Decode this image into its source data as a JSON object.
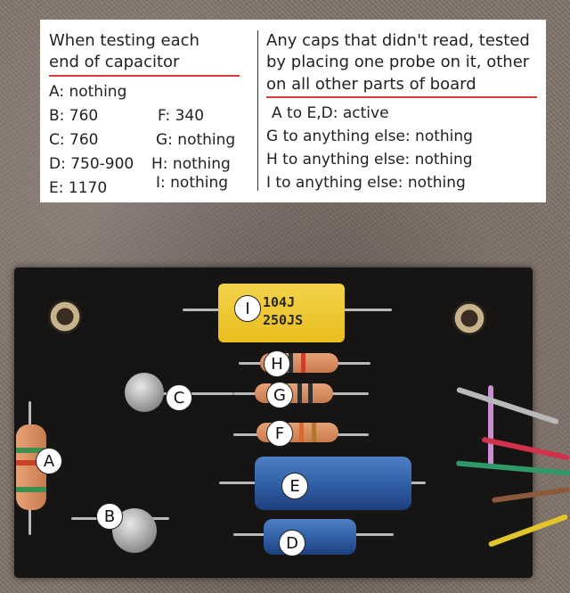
{
  "note": {
    "left_heading": [
      "When testing each",
      "end of capacitor"
    ],
    "readings": {
      "A": "A: nothing",
      "B": "B: 760",
      "C": "C: 760",
      "D": "D: 750-900",
      "E": "E: 1170",
      "F": "F: 340",
      "G": "G: nothing",
      "H": "H: nothing",
      "I": "I: nothing"
    },
    "right_heading": [
      "Any caps that didn't read, tested",
      "by placing one probe on it, other",
      "on all other parts of board"
    ],
    "right_results": [
      "A to E,D: active",
      "G to anything else: nothing",
      "H to anything else: nothing",
      "I to anything else: nothing"
    ]
  },
  "board": {
    "film_cap_text": [
      "104J",
      "250JS"
    ],
    "labels": {
      "A": "A",
      "B": "B",
      "C": "C",
      "D": "D",
      "E": "E",
      "F": "F",
      "G": "G",
      "H": "H",
      "I": "I"
    }
  }
}
